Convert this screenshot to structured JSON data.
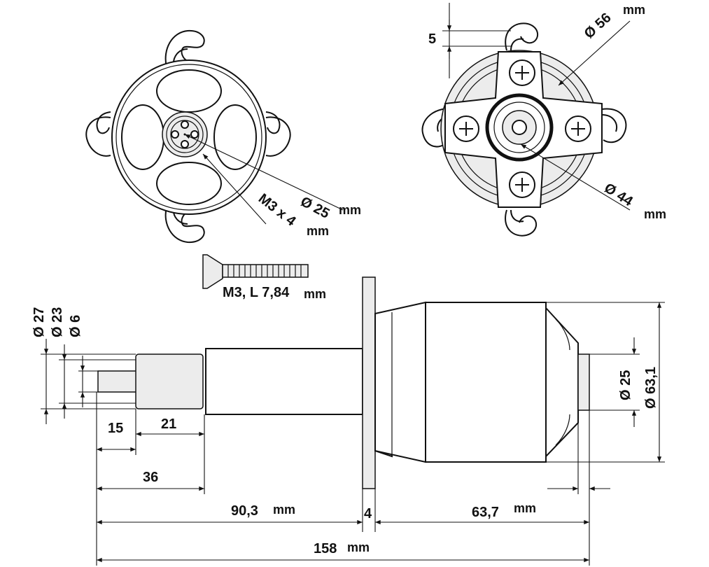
{
  "labels": {
    "dia_56": "Ø 56",
    "unit_56": "mm",
    "offset_5": "5",
    "dia_25_top": "Ø 25",
    "unit_25_top": "mm",
    "m3x4": "M3 x 4",
    "unit_m3x4": "mm",
    "dia_44": "Ø 44",
    "unit_44": "mm",
    "screw": "M3, L 7,84",
    "unit_screw": "mm",
    "dia_27": "Ø 27",
    "dia_23": "Ø 23",
    "dia_6": "Ø 6",
    "dia_25_side": "Ø 25",
    "dia_63_1": "Ø 63,1",
    "len_15": "15",
    "len_21": "21",
    "len_36": "36",
    "len_90_3": "90,3",
    "unit_90_3": "mm",
    "len_4": "4",
    "len_63_7": "63,7",
    "unit_63_7": "mm",
    "len_158": "158",
    "unit_158": "mm"
  }
}
